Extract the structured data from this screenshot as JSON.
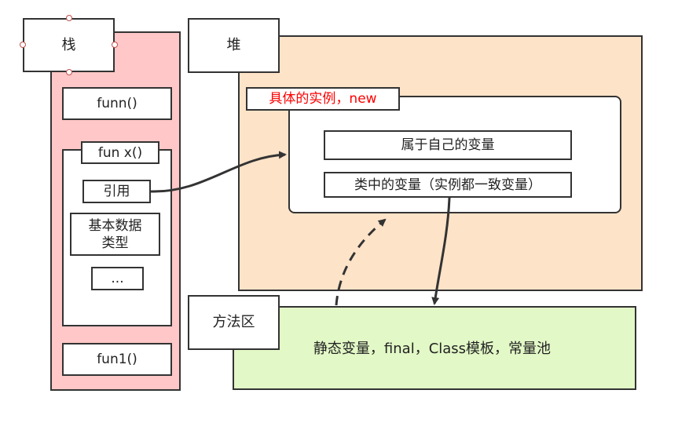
{
  "stack": {
    "title": "栈",
    "funn": "funn()",
    "frame_title": "fun  x()",
    "ref": "引用",
    "primitive": "基本数据\n类型",
    "ellipsis": "...",
    "fun1": "fun1()"
  },
  "heap": {
    "title": "堆",
    "instance_label": "具体的实例，new",
    "own_vars": "属于自己的变量",
    "class_vars": "类中的变量（实例都一致变量）"
  },
  "method_area": {
    "title": "方法区",
    "content": "静态变量，final，Class模板，常量池"
  },
  "colors": {
    "stack_bg": "#ffc7c7",
    "heap_bg": "#fde3c8",
    "method_bg": "#e2f8c6",
    "instance_label_text": "#ff0000",
    "handle_border": "#c0504d"
  },
  "icons": {
    "ref_arrow": "solid-arrow",
    "class_to_method_arrow": "solid-arrow",
    "method_to_instance_arrow": "dashed-arrow"
  }
}
